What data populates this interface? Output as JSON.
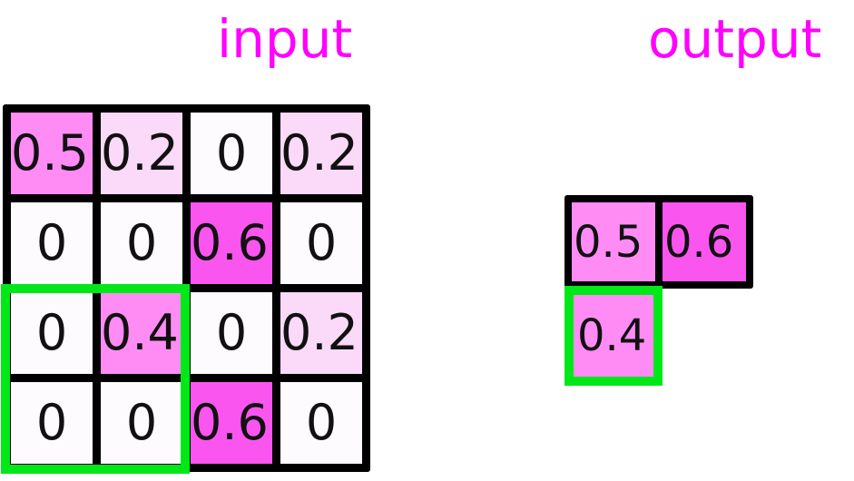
{
  "labels": {
    "input_title": "input",
    "output_title": "output"
  },
  "colors": {
    "title": "#ff00ff",
    "selection": "#00e818",
    "border": "#000000",
    "zero": "#fdfbfe",
    "weak": "#fbd9f8",
    "mid": "#ff8cf5",
    "strong": "#fb55f0",
    "background": "#ffffff"
  },
  "input_grid": {
    "rows": 4,
    "cols": 4,
    "cells": [
      {
        "value": "0.5",
        "shade": "mid"
      },
      {
        "value": "0.2",
        "shade": "weak"
      },
      {
        "value": "0",
        "shade": "zero"
      },
      {
        "value": "0.2",
        "shade": "weak"
      },
      {
        "value": "0",
        "shade": "zero"
      },
      {
        "value": "0",
        "shade": "zero"
      },
      {
        "value": "0.6",
        "shade": "strong"
      },
      {
        "value": "0",
        "shade": "zero"
      },
      {
        "value": "0",
        "shade": "zero"
      },
      {
        "value": "0.4",
        "shade": "mid"
      },
      {
        "value": "0",
        "shade": "zero"
      },
      {
        "value": "0.2",
        "shade": "weak"
      },
      {
        "value": "0",
        "shade": "zero"
      },
      {
        "value": "0",
        "shade": "zero"
      },
      {
        "value": "0.6",
        "shade": "strong"
      },
      {
        "value": "0",
        "shade": "zero"
      }
    ],
    "selection": {
      "row_start": 3,
      "row_end": 4,
      "col_start": 1,
      "col_end": 2
    }
  },
  "output_grid": {
    "rows": 2,
    "cols": 2,
    "cells": [
      {
        "value": "0.5",
        "shade": "mid"
      },
      {
        "value": "0.6",
        "shade": "strong"
      }
    ],
    "highlighted_cell": {
      "value": "0.4",
      "shade": "mid"
    },
    "selection": {
      "row": 2,
      "col": 1
    }
  },
  "chart_data": {
    "type": "heatmap",
    "title": "",
    "panels": [
      {
        "name": "input",
        "rows": 4,
        "cols": 4,
        "values": [
          [
            0.5,
            0.2,
            0,
            0.2
          ],
          [
            0,
            0,
            0.6,
            0
          ],
          [
            0,
            0.4,
            0,
            0.2
          ],
          [
            0,
            0,
            0.6,
            0
          ]
        ],
        "highlight_region": {
          "rows": [
            3,
            4
          ],
          "cols": [
            1,
            2
          ]
        }
      },
      {
        "name": "output",
        "rows": 2,
        "cols": 2,
        "values": [
          [
            0.5,
            0.6
          ],
          [
            0.4,
            null
          ]
        ],
        "highlight_region": {
          "rows": [
            2,
            2
          ],
          "cols": [
            1,
            1
          ]
        }
      }
    ],
    "colormap": {
      "0": "#fdfbfe",
      "0.2": "#fbd9f8",
      "0.4": "#ff8cf5",
      "0.5": "#ff8cf5",
      "0.6": "#fb55f0"
    }
  }
}
